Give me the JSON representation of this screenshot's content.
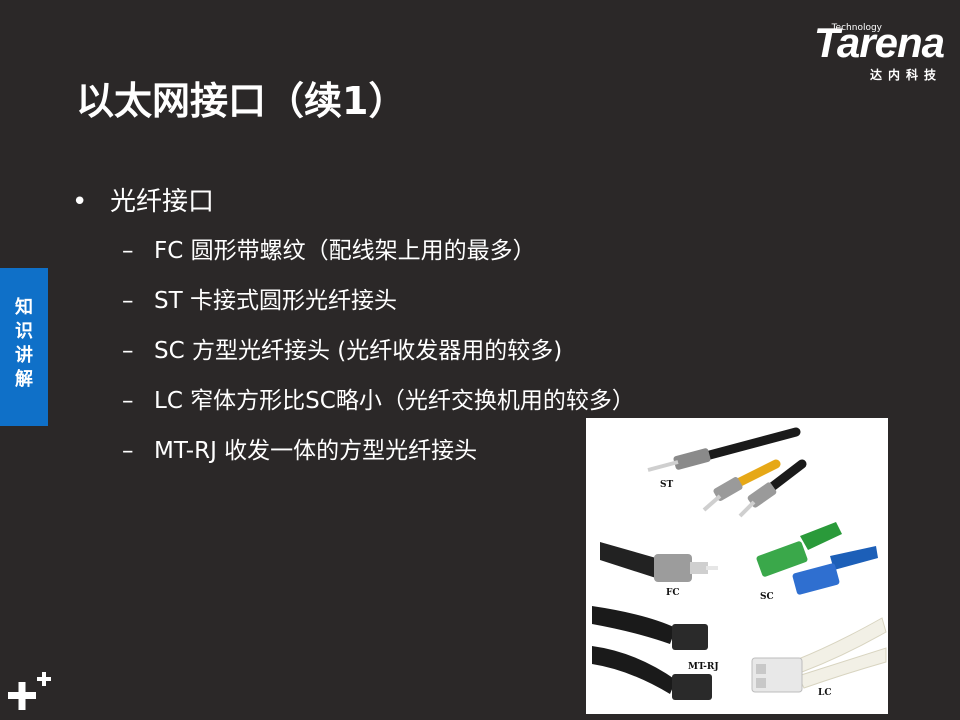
{
  "logo": {
    "tech": "Technology",
    "word": "Tarena",
    "cn": "达内科技"
  },
  "title": "以太网接口（续1）",
  "bullets": {
    "level1": "光纤接口",
    "items": [
      "FC 圆形带螺纹（配线架上用的最多）",
      "ST 卡接式圆形光纤接头",
      "SC 方型光纤接头 (光纤收发器用的较多)",
      "LC 窄体方形比SC略小（光纤交换机用的较多）",
      "MT-RJ 收发一体的方型光纤接头"
    ]
  },
  "sidetab": "知识讲解",
  "photo_labels": {
    "st": "ST",
    "fc": "FC",
    "sc": "SC",
    "mtrj": "MT-RJ",
    "lc": "LC"
  },
  "colors": {
    "background": "#2b2828",
    "accent_blue": "#0f70c8",
    "text": "#ffffff"
  },
  "icons": [
    "bullet-dot-icon",
    "dash-icon",
    "plus-icon"
  ]
}
